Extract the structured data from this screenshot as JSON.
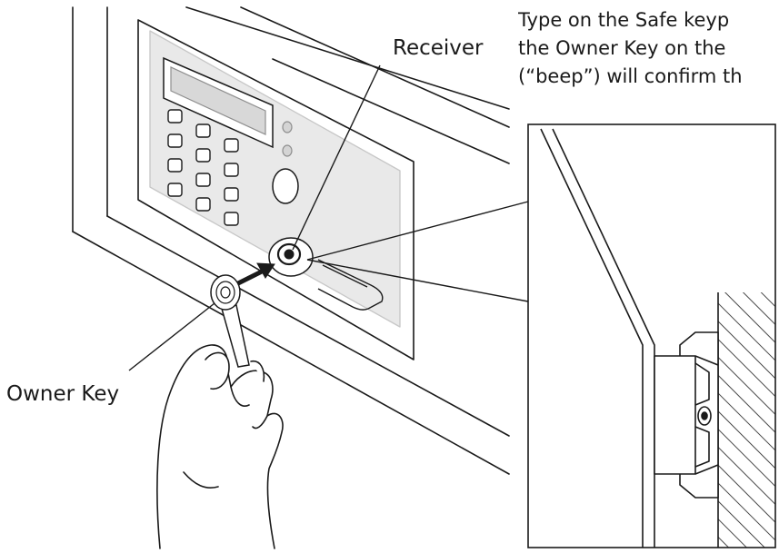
{
  "labels": {
    "receiver": "Receiver",
    "owner_key": "Owner Key"
  },
  "instructions": {
    "line_1": "Type on the Safe keyp",
    "line_2": "the Owner Key on the",
    "line_3": "(“beep”) will confirm th"
  },
  "icons": {
    "safe": "safe-door-icon",
    "keypad": "keypad-icon",
    "receiver": "receiver-icon",
    "key": "owner-key-icon",
    "hand": "hand-icon",
    "arrow": "insert-arrow-icon",
    "detail": "detail-view-icon"
  },
  "colors": {
    "line": "#1a1a1a",
    "panel_fill": "#e9e9e9",
    "background": "#ffffff"
  }
}
